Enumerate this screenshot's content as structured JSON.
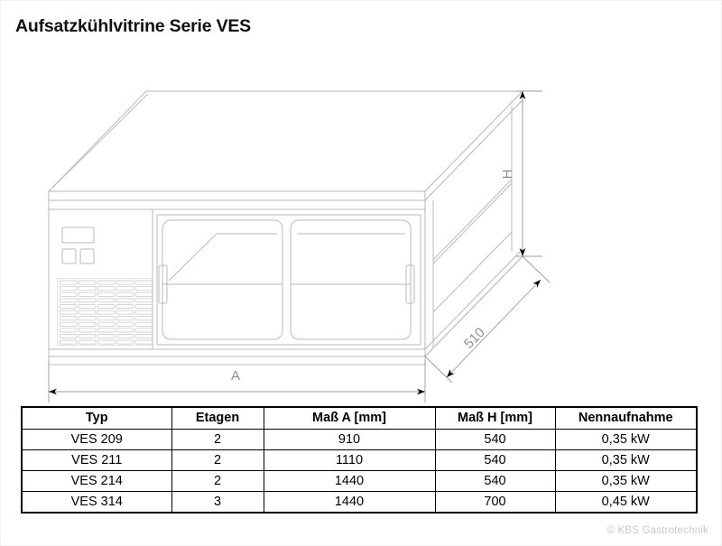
{
  "document": {
    "title": "Aufsatzkühlvitrine Serie VES",
    "footer_credit": "© KBS Gastrotechnik"
  },
  "drawing": {
    "caption_a": "A",
    "caption_h": "H",
    "caption_depth": "510",
    "line_color": "#b9b9b9",
    "dimension_color": "#9a9a9a",
    "arrow_color": "#000000",
    "parts": {
      "top_slab": "top-slab",
      "front_panel": "front-panel",
      "side_panel": "side-panel",
      "control_panel": "control-panel",
      "ventilation_grille": "ventilation-grille",
      "left_door": "left-sliding-door",
      "right_door": "right-sliding-door",
      "left_handle": "left-door-handle",
      "right_handle": "right-door-handle",
      "base_plinth": "base-plinth"
    }
  },
  "table": {
    "headers": [
      "Typ",
      "Etagen",
      "Maß A [mm]",
      "Maß H  [mm]",
      "Nennaufnahme"
    ],
    "rows": [
      {
        "typ": "VES 209",
        "etagen": "2",
        "mass_a": "910",
        "mass_h": "540",
        "nennaufnahme": "0,35 kW"
      },
      {
        "typ": "VES 211",
        "etagen": "2",
        "mass_a": "1110",
        "mass_h": "540",
        "nennaufnahme": "0,35 kW"
      },
      {
        "typ": "VES 214",
        "etagen": "2",
        "mass_a": "1440",
        "mass_h": "540",
        "nennaufnahme": "0,35 kW"
      },
      {
        "typ": "VES 314",
        "etagen": "3",
        "mass_a": "1440",
        "mass_h": "700",
        "nennaufnahme": "0,45 kW"
      }
    ]
  }
}
